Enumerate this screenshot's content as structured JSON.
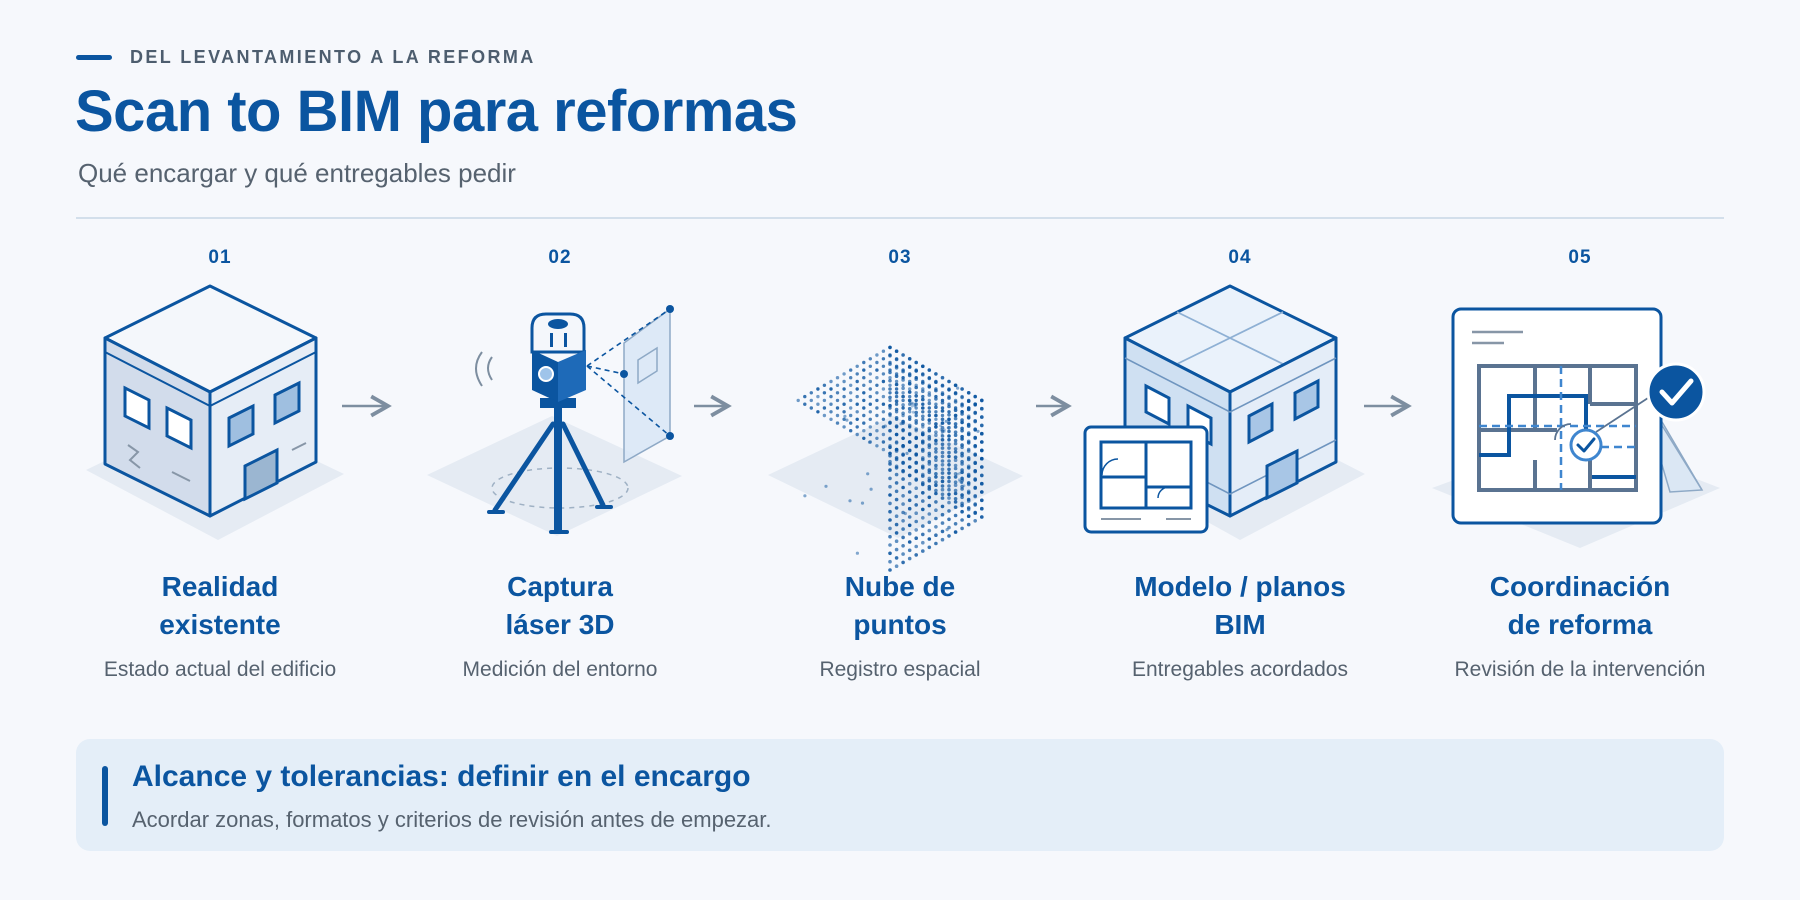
{
  "header": {
    "eyebrow": "DEL LEVANTAMIENTO A LA REFORMA",
    "title": "Scan to BIM para reformas",
    "subtitle": "Qué encargar y qué entregables pedir"
  },
  "steps": [
    {
      "number": "01",
      "title_line1": "Realidad",
      "title_line2": "existente",
      "description": "Estado actual del edificio",
      "icon": "existing-building-icon"
    },
    {
      "number": "02",
      "title_line1": "Captura",
      "title_line2": "láser 3D",
      "description": "Medición del entorno",
      "icon": "laser-scanner-icon"
    },
    {
      "number": "03",
      "title_line1": "Nube de",
      "title_line2": "puntos",
      "description": "Registro espacial",
      "icon": "point-cloud-icon"
    },
    {
      "number": "04",
      "title_line1": "Modelo / planos",
      "title_line2": "BIM",
      "description": "Entregables acordados",
      "icon": "bim-model-icon"
    },
    {
      "number": "05",
      "title_line1": "Coordinación",
      "title_line2": "de reforma",
      "description": "Revisión de la intervención",
      "icon": "renovation-coordination-icon"
    }
  ],
  "note": {
    "title": "Alcance y tolerancias: definir en el encargo",
    "text": "Acordar zonas, formatos y criterios de revisión antes de empezar."
  },
  "colors": {
    "primary": "#0b55a0",
    "background": "#f6f8fc",
    "muted_text": "#56626f",
    "note_background": "#e4eef8",
    "accent_light": "#d8e4f1"
  }
}
